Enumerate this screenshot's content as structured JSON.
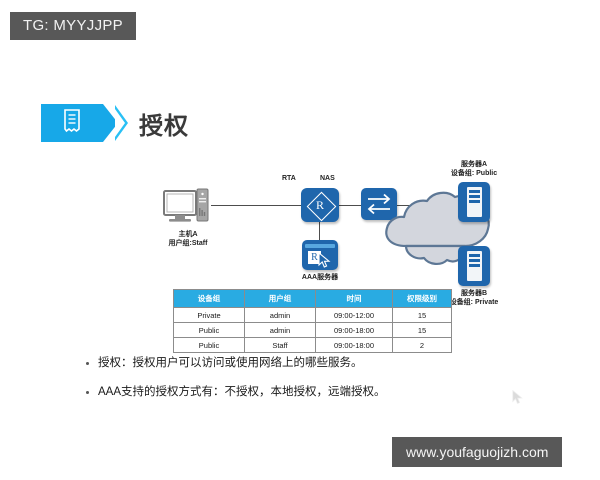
{
  "badge": {
    "text": "TG: MYYJJPP"
  },
  "title": {
    "text": "授权",
    "icon": "document-icon",
    "accent_color": "#17a8e8"
  },
  "diagram": {
    "nodes": {
      "host": {
        "name": "主机A",
        "group": "用户组:Staff",
        "icon": "desktop-pc-icon"
      },
      "router": {
        "label_left": "RTA",
        "label_right": "NAS",
        "glyph": "R",
        "icon": "router-icon"
      },
      "aaa_server": {
        "name": "AAA服务器",
        "glyph": "R",
        "icon": "aaa-server-icon"
      },
      "switch": {
        "icon": "switch-icon"
      },
      "cloud": {
        "icon": "network-cloud-icon"
      },
      "server_a": {
        "name": "服务器A",
        "group": "设备组:  Public",
        "icon": "server-icon"
      },
      "server_b": {
        "name": "服务器B",
        "group": "设备组:  Private",
        "icon": "server-icon"
      }
    },
    "colors": {
      "device_blue": "#1f66ac",
      "cloud_fill": "#d3d6dd",
      "cloud_stroke": "#5d7795"
    }
  },
  "table": {
    "headers": [
      "设备组",
      "用户组",
      "时间",
      "权限级别"
    ],
    "header_color": "#29abe2",
    "rows": [
      [
        "Private",
        "admin",
        "09:00-12:00",
        "15"
      ],
      [
        "Public",
        "admin",
        "09:00-18:00",
        "15"
      ],
      [
        "Public",
        "Staff",
        "09:00-18:00",
        "2"
      ]
    ]
  },
  "bullets": [
    "授权：授权用户可以访问或使用网络上的哪些服务。",
    "AAA支持的授权方式有：不授权，本地授权，远端授权。"
  ],
  "watermark": {
    "text": "www.youfaguojizh.com"
  }
}
